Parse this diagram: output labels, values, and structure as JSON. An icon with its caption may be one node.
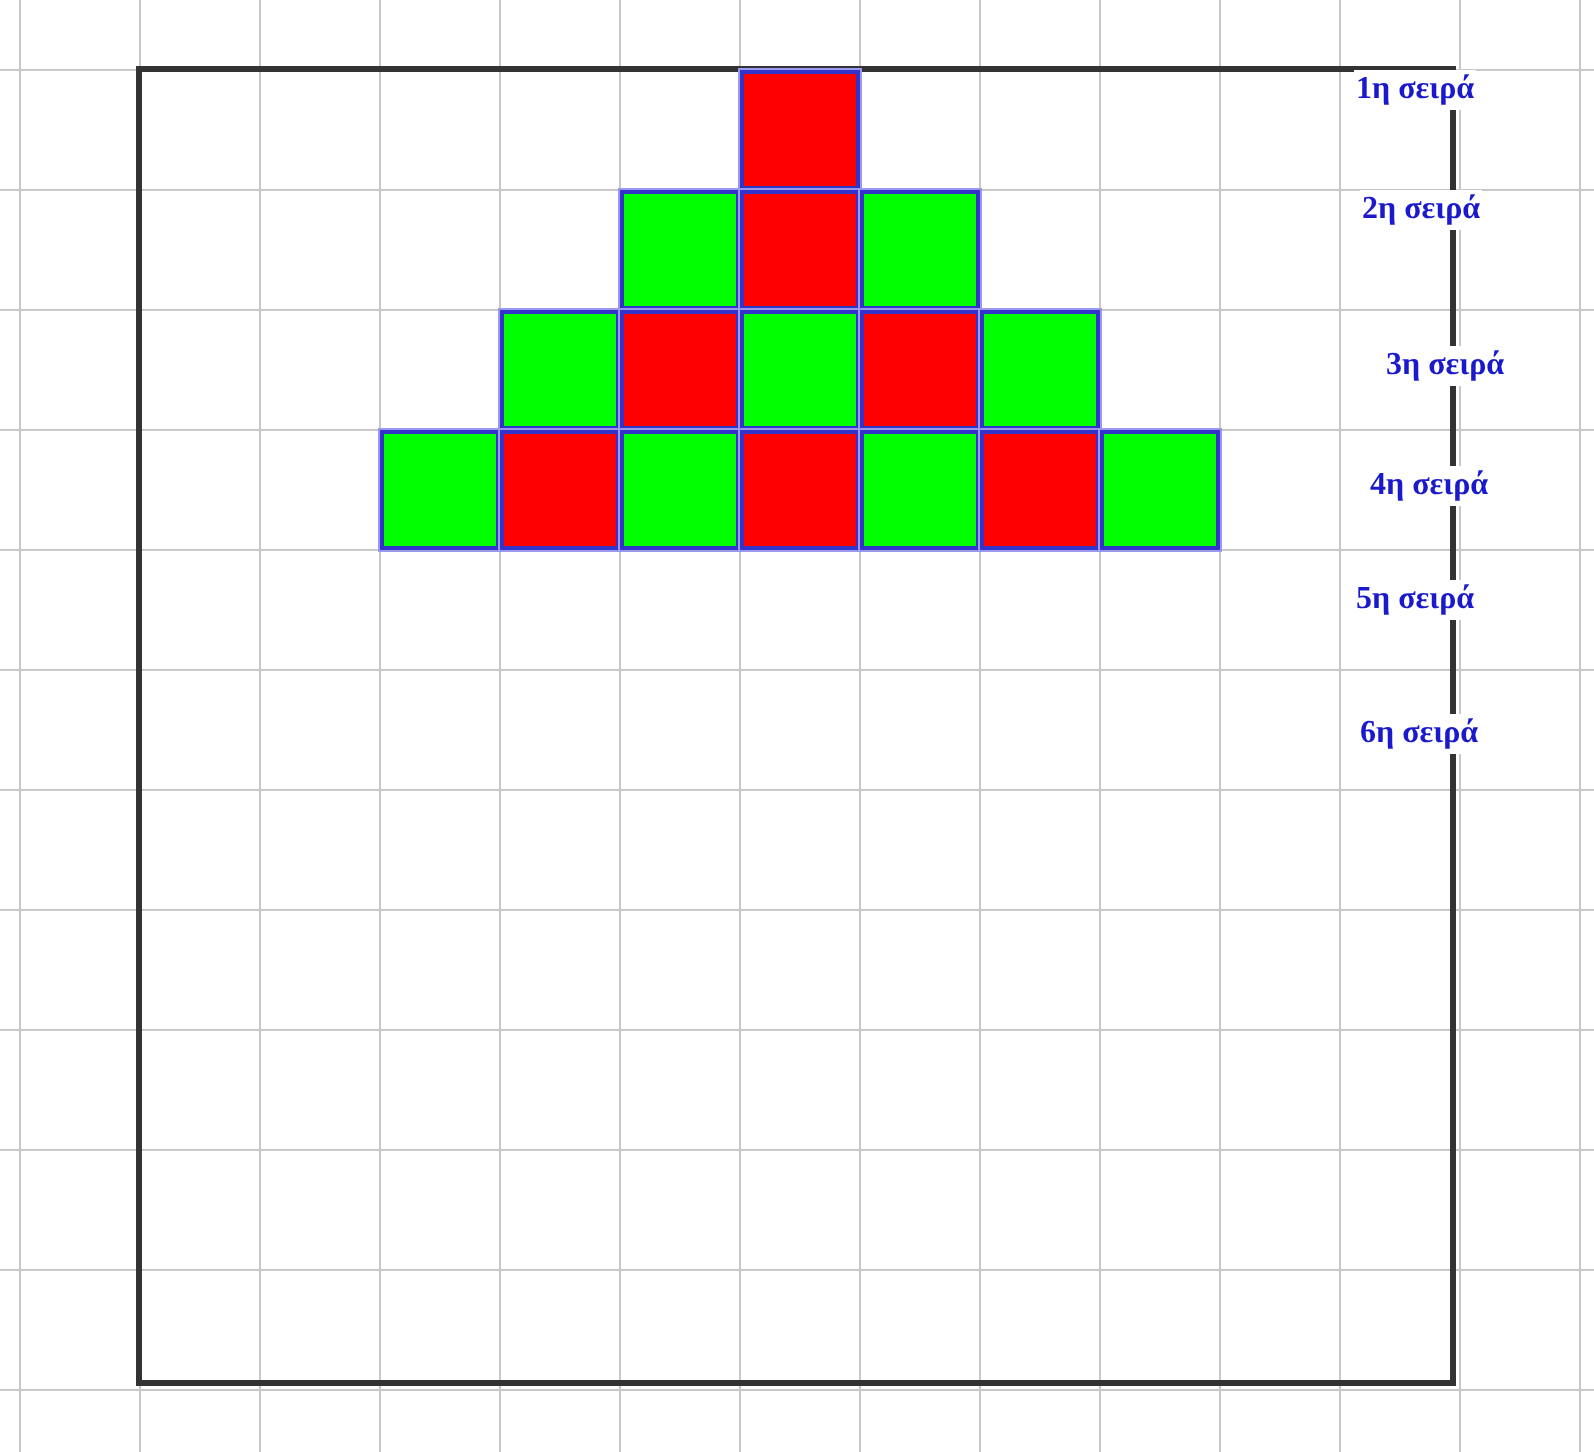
{
  "diagram": {
    "nodes": [
      {
        "text": [],
        "shape": "box"
      },
      {
        "text": [],
        "shape": "box"
      },
      {
        "text": [],
        "shape": "box"
      },
      {
        "text": [],
        "shape": "box"
      },
      {
        "text": [],
        "shape": "box"
      },
      {
        "text": [],
        "shape": "box"
      },
      {
        "text": [],
        "shape": "box"
      },
      {
        "text": [],
        "shape": "box"
      },
      {
        "text": [],
        "shape": "box"
      },
      {
        "text": [],
        "shape": "box"
      },
      {
        "text": [],
        "shape": "box"
      },
      {
        "text": [],
        "shape": "box"
      },
      {
        "text": [],
        "shape": "box"
      },
      {
        "text": [],
        "shape": "box"
      },
      {
        "text": [],
        "shape": "box"
      },
      {
        "text": [],
        "shape": "box"
      }
    ],
    "labels": [
      "1η σειρά",
      "2η σειρά",
      "3η σειρά",
      "4η σειρά",
      "5η σειρά",
      "6η σειρά"
    ]
  }
}
